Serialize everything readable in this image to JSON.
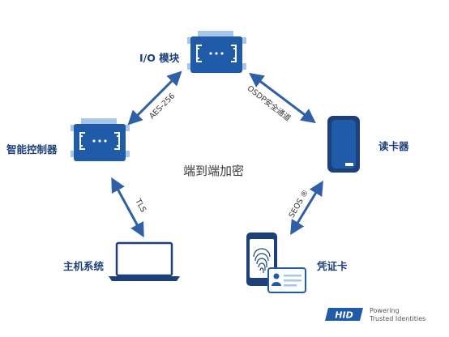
{
  "diagram": {
    "center_label": "端到端加密",
    "nodes": {
      "io_module": "I/O 模块",
      "controller": "智能控制器",
      "reader": "读卡器",
      "host": "主机系统",
      "credential": "凭证卡"
    },
    "links": {
      "aes": "AES-256",
      "osdp": "OSDP安全通道",
      "tls": "TLS",
      "seos": "SEOS ®"
    }
  },
  "brand": {
    "logo": "HID",
    "tagline_line1": "Powering",
    "tagline_line2": "Trusted Identities"
  },
  "colors": {
    "primary_blue": "#1f5ba8",
    "dark_navy": "#1d3f7a",
    "light_blue": "#a9c6ea",
    "arrow_blue": "#2f5fa6"
  }
}
